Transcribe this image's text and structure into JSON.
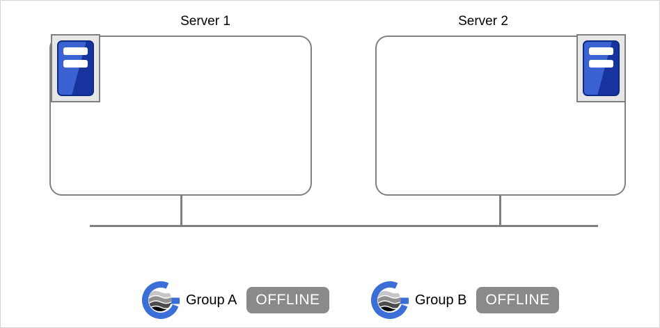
{
  "diagram": {
    "servers": [
      {
        "label": "Server 1"
      },
      {
        "label": "Server 2"
      }
    ],
    "groups": [
      {
        "label": "Group A",
        "status": "OFFLINE"
      },
      {
        "label": "Group B",
        "status": "OFFLINE"
      }
    ],
    "icons": {
      "server": "server-tower-icon",
      "group": "group-globe-g-icon"
    },
    "colors": {
      "box_border": "#808080",
      "network_line": "#808080",
      "icon_panel_bg": "#e7e7e7",
      "tower_blue_light": "#3a62d2",
      "tower_blue_dark": "#16339e",
      "logo_blue": "#3b6fd7",
      "badge_bg": "#8a8a8a",
      "badge_text": "#ffffff",
      "label_text": "#000000"
    }
  }
}
